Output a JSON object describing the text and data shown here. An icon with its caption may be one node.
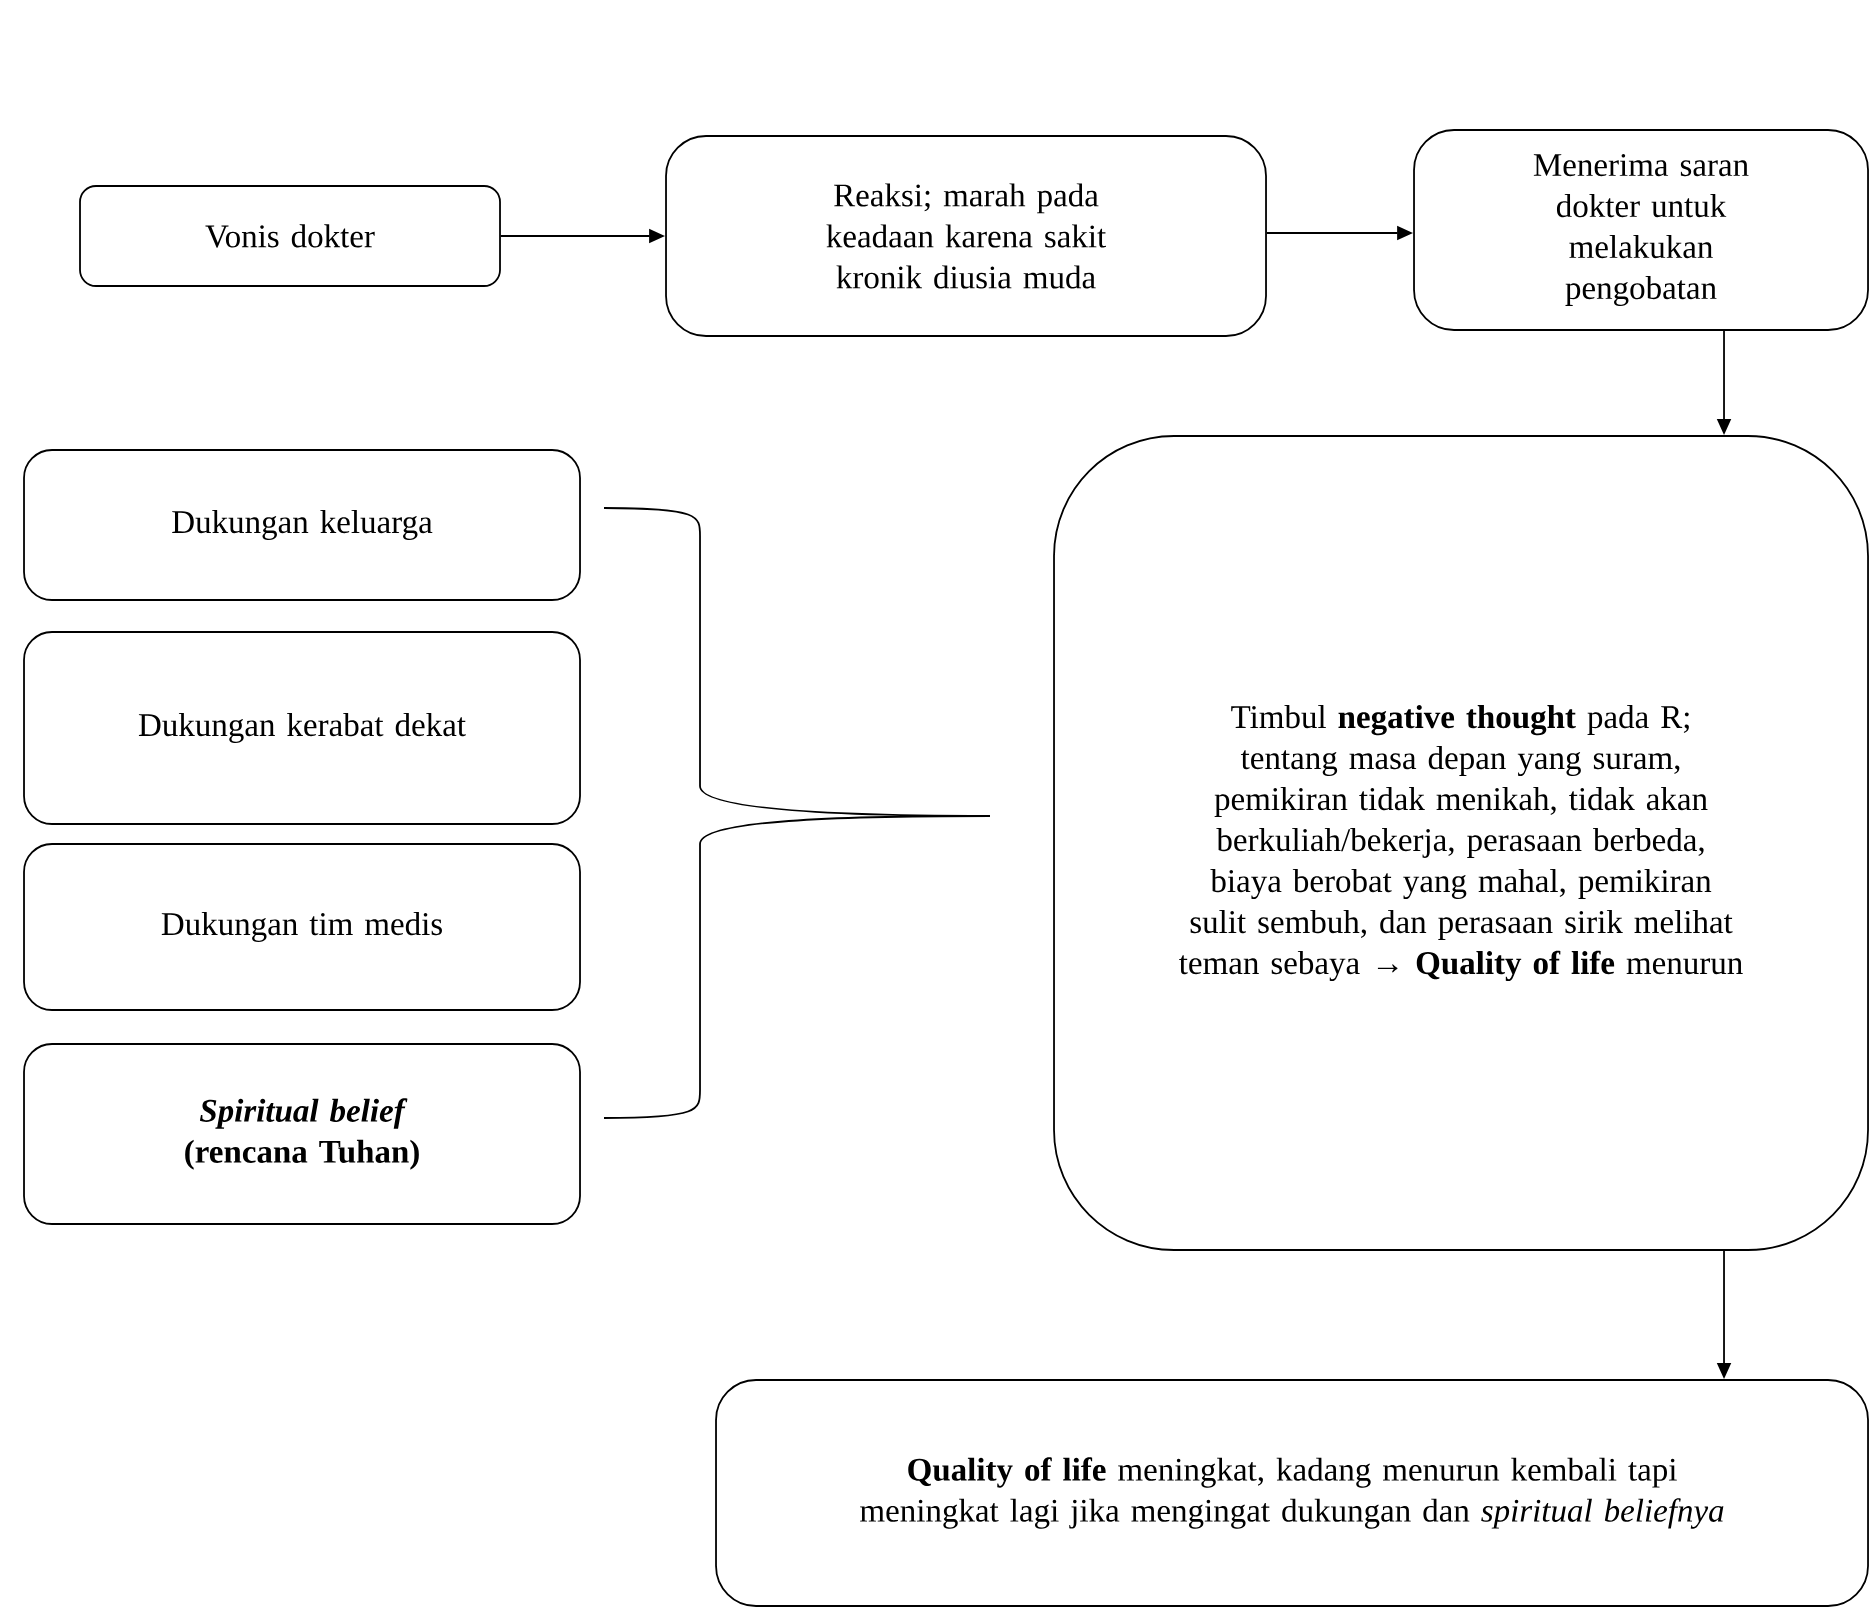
{
  "diagram": {
    "nodes": [
      {
        "text": [
          "Vonis dokter"
        ]
      },
      {
        "text": [
          "Reaksi; marah pada keadaan karena sakit kronik diusia muda"
        ]
      },
      {
        "text": [
          "Menerima saran dokter untuk melakukan pengobatan"
        ]
      },
      {
        "text": [
          "Dukungan keluarga"
        ]
      },
      {
        "text": [
          "Dukungan kerabat dekat"
        ]
      },
      {
        "text": [
          "Dukungan tim medis"
        ]
      },
      {
        "text": [
          "*Spiritual belief* (rencana Tuhan)"
        ]
      },
      {
        "text": [
          "Timbul **negative thought** pada R; tentang masa depan yang suram, pemikiran tidak menikah, tidak akan berkuliah/bekerja, perasaan berbeda, biaya berobat yang mahal, pemikiran sulit sembuh, dan perasaan sirik melihat teman sebaya → **Quality of life** menurun"
        ]
      },
      {
        "text": [
          "**Quality of life** meningkat, kadang menurun kembali tapi meningkat lagi jika mengingat dukungan dan *spiritual beliefnya*"
        ]
      }
    ],
    "edges": [
      {
        "from": 0,
        "to": 1,
        "arrow": "to"
      },
      {
        "from": 1,
        "to": 2,
        "arrow": "to"
      },
      {
        "from": 2,
        "to": 7,
        "arrow": "to"
      },
      {
        "from": 7,
        "to": 8,
        "arrow": "to"
      }
    ]
  }
}
